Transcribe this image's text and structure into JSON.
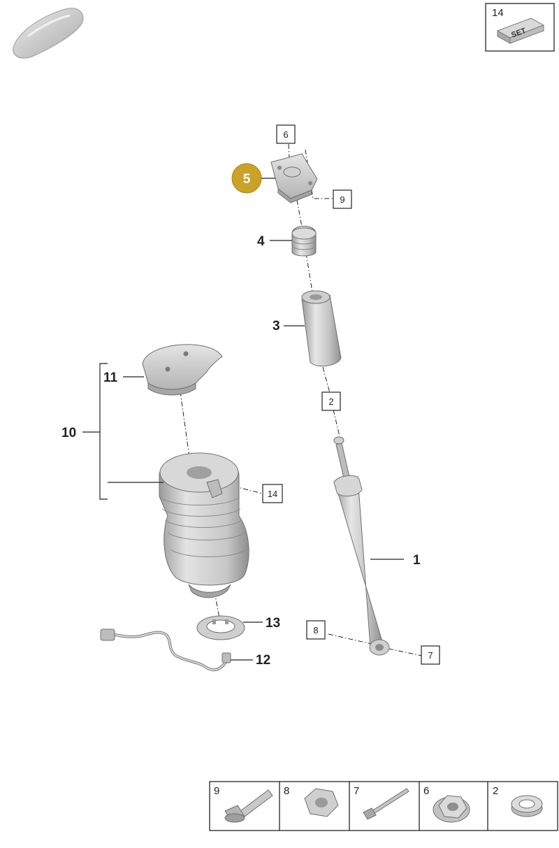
{
  "set_box": {
    "number": "14",
    "set_text": "SET"
  },
  "callouts": {
    "c1": "1",
    "c2": "2",
    "c3": "3",
    "c4": "4",
    "c5": "5",
    "c6": "6",
    "c7": "7",
    "c8": "8",
    "c9": "9",
    "c10": "10",
    "c11": "11",
    "c12": "12",
    "c13": "13",
    "c14": "14"
  },
  "highlight_color": "#c9a227",
  "hardware_strip": [
    {
      "number": "9",
      "icon": "bolt-flange-icon"
    },
    {
      "number": "8",
      "icon": "nut-icon"
    },
    {
      "number": "7",
      "icon": "long-bolt-icon"
    },
    {
      "number": "6",
      "icon": "flange-nut-icon"
    },
    {
      "number": "2",
      "icon": "washer-icon"
    }
  ]
}
